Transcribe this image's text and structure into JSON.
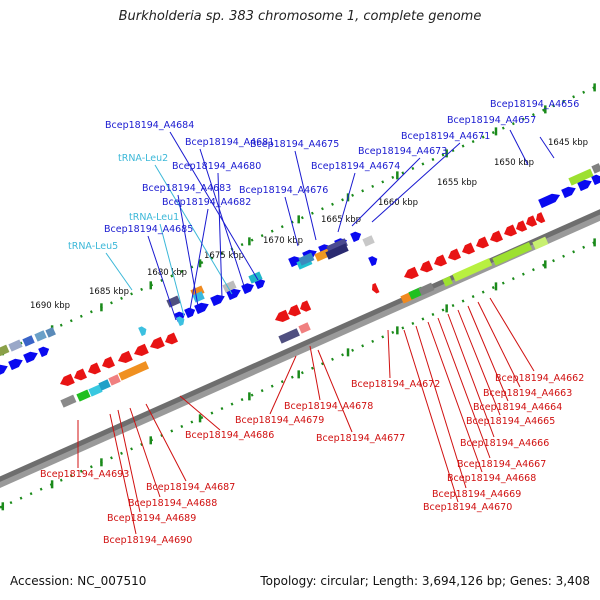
{
  "title": "Burkholderia sp. 383 chromosome 1, complete genome",
  "footer": {
    "accession": "Accession: NC_007510",
    "topology": "Topology: circular; Length: 3,694,126 bp; Genes: 3,408"
  },
  "scale_labels": [
    "1645 kbp",
    "1650 kbp",
    "1655 kbp",
    "1660 kbp",
    "1665 kbp",
    "1670 kbp",
    "1675 kbp",
    "1680 kbp",
    "1685 kbp",
    "1690 kbp"
  ],
  "upper_labels": [
    {
      "text": "Bcep18194_A4656",
      "color": "#1a1ad0"
    },
    {
      "text": "Bcep18194_A4657",
      "color": "#1a1ad0"
    },
    {
      "text": "Bcep18194_A4671",
      "color": "#1a1ad0"
    },
    {
      "text": "Bcep18194_A4673",
      "color": "#1a1ad0"
    },
    {
      "text": "Bcep18194_A4674",
      "color": "#1a1ad0"
    },
    {
      "text": "Bcep18194_A4675",
      "color": "#1a1ad0"
    },
    {
      "text": "Bcep18194_A4676",
      "color": "#1a1ad0"
    },
    {
      "text": "Bcep18194_A4684",
      "color": "#1a1ad0"
    },
    {
      "text": "Bcep18194_A4681",
      "color": "#1a1ad0"
    },
    {
      "text": "tRNA-Leu2",
      "color": "#3cb8d8"
    },
    {
      "text": "Bcep18194_A4680",
      "color": "#1a1ad0"
    },
    {
      "text": "Bcep18194_A4683",
      "color": "#1a1ad0"
    },
    {
      "text": "Bcep18194_A4682",
      "color": "#1a1ad0"
    },
    {
      "text": "tRNA-Leu1",
      "color": "#3cb8d8"
    },
    {
      "text": "Bcep18194_A4685",
      "color": "#1a1ad0"
    },
    {
      "text": "tRNA-Leu5",
      "color": "#3cb8d8"
    }
  ],
  "lower_labels": [
    {
      "text": "Bcep18194_A4672"
    },
    {
      "text": "Bcep18194_A4678"
    },
    {
      "text": "Bcep18194_A4679"
    },
    {
      "text": "Bcep18194_A4686"
    },
    {
      "text": "Bcep18194_A4677"
    },
    {
      "text": "Bcep18194_A4662"
    },
    {
      "text": "Bcep18194_A4663"
    },
    {
      "text": "Bcep18194_A4664"
    },
    {
      "text": "Bcep18194_A4665"
    },
    {
      "text": "Bcep18194_A4666"
    },
    {
      "text": "Bcep18194_A4667"
    },
    {
      "text": "Bcep18194_A4668"
    },
    {
      "text": "Bcep18194_A4669"
    },
    {
      "text": "Bcep18194_A4670"
    },
    {
      "text": "Bcep18194_A4693"
    },
    {
      "text": "Bcep18194_A4687"
    },
    {
      "text": "Bcep18194_A4688"
    },
    {
      "text": "Bcep18194_A4689"
    },
    {
      "text": "Bcep18194_A4690"
    }
  ],
  "colors": {
    "forward_gene": "#0a0af0",
    "reverse_gene": "#e81414",
    "trna": "#3cc0e0",
    "backbone": "#6e6e6e",
    "scale_tick": "#1a8a1a",
    "lower_label": "#d01010"
  }
}
